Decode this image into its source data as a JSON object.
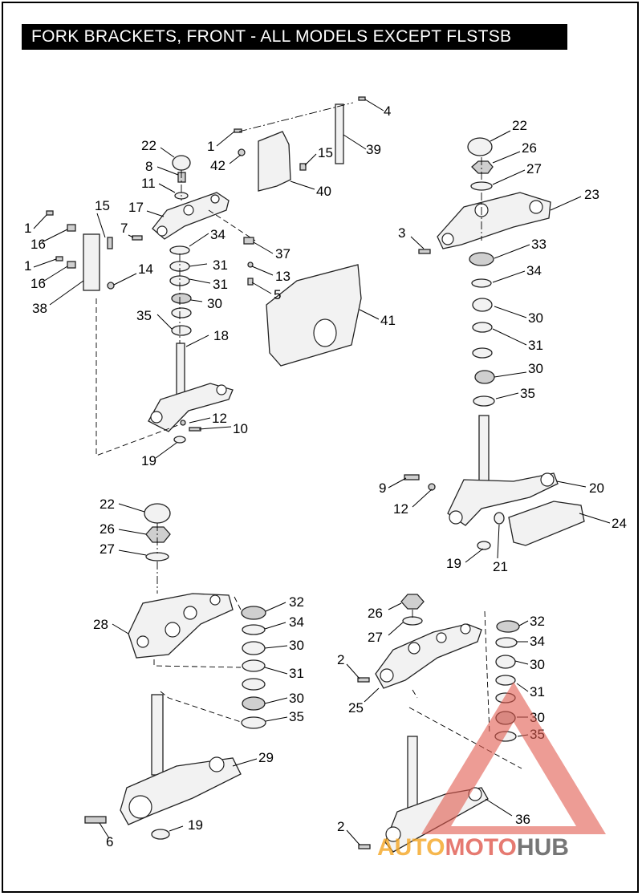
{
  "title": "FORK BRACKETS, FRONT - ALL MODELS EXCEPT FLSTSB",
  "watermark": {
    "part1": "AUTO",
    "part2": "MOTO",
    "part3": "HUB",
    "color1": "#f5a623",
    "color2": "#e05a4e",
    "color3": "#555555"
  },
  "callouts": {
    "a22": "22",
    "a8": "8",
    "a11": "11",
    "a17": "17",
    "a15": "15",
    "a1a": "1",
    "a16a": "16",
    "a1b": "1",
    "a16b": "16",
    "a38": "38",
    "a7": "7",
    "a14": "14",
    "a34": "34",
    "a31a": "31",
    "a31b": "31",
    "a30": "30",
    "a35": "35",
    "a18": "18",
    "a12": "12",
    "a10": "10",
    "a19": "19",
    "b1": "1",
    "b42": "42",
    "b15": "15",
    "b40": "40",
    "b4": "4",
    "b39": "39",
    "b37": "37",
    "b13": "13",
    "b5": "5",
    "b41": "41",
    "c22": "22",
    "c26": "26",
    "c27": "27",
    "c23": "23",
    "c3": "3",
    "c33": "33",
    "c34": "34",
    "c30a": "30",
    "c31": "31",
    "c30b": "30",
    "c35": "35",
    "c9": "9",
    "c12": "12",
    "c20": "20",
    "c24": "24",
    "c19": "19",
    "c21": "21",
    "d22": "22",
    "d26": "26",
    "d27": "27",
    "d28": "28",
    "d32": "32",
    "d34": "34",
    "d30a": "30",
    "d31": "31",
    "d30b": "30",
    "d35": "35",
    "d29": "29",
    "d6": "6",
    "d19": "19",
    "e26": "26",
    "e27": "27",
    "e2a": "2",
    "e25": "25",
    "e32": "32",
    "e34": "34",
    "e30a": "30",
    "e31": "31",
    "e30b": "30",
    "e35": "35",
    "e36": "36",
    "e2b": "2"
  }
}
